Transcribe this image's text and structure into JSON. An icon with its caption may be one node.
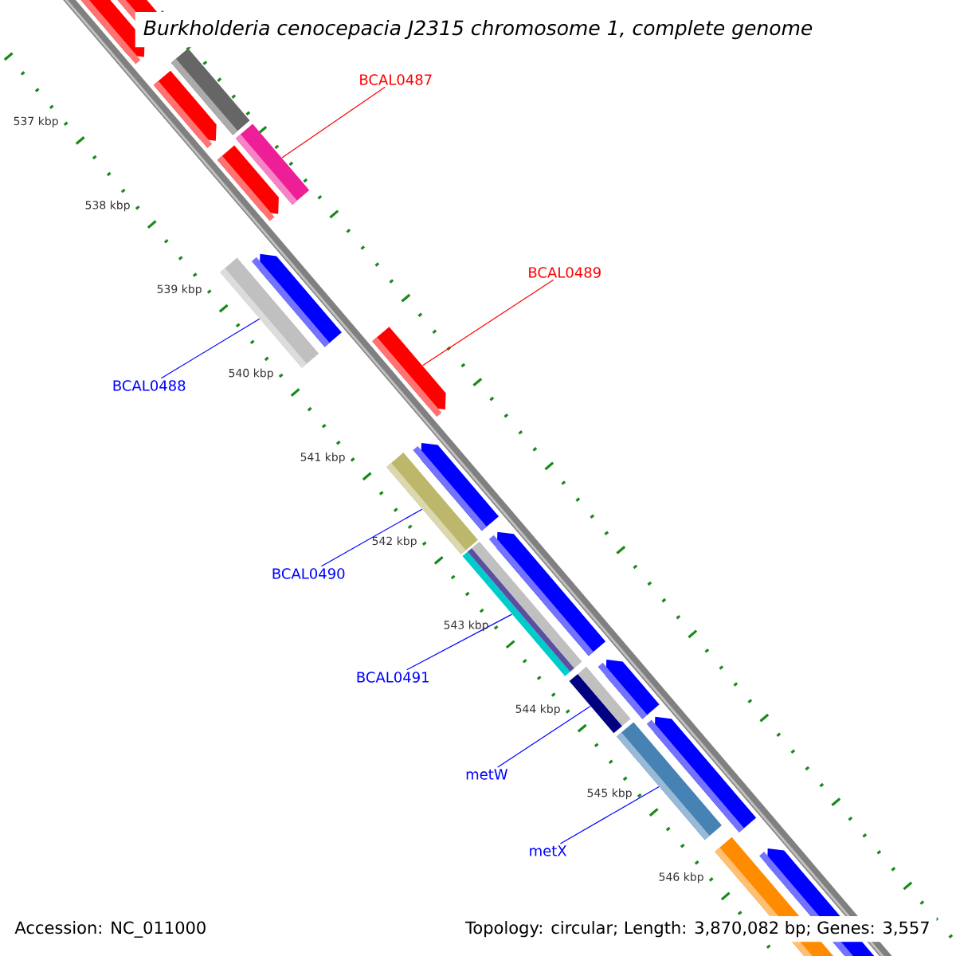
{
  "diagram": {
    "title": "Burkholderia cenocepacia J2315 chromosome 1, complete genome",
    "nodes": [
      {
        "text": [
          "BCAL0487"
        ]
      },
      {
        "text": [],
        "shape": "bar"
      },
      {
        "text": [
          "BCAL0489"
        ]
      },
      {
        "text": [],
        "shape": "bar"
      },
      {
        "text": [
          "BCAL0488"
        ]
      },
      {
        "text": [],
        "shape": "bar"
      },
      {
        "text": [
          "BCAL0490"
        ]
      },
      {
        "text": [],
        "shape": "bar"
      },
      {
        "text": [
          "BCAL0491"
        ]
      },
      {
        "text": [],
        "shape": "bar"
      },
      {
        "text": [
          "metW"
        ]
      },
      {
        "text": [],
        "shape": "bar"
      },
      {
        "text": [
          "metX"
        ]
      },
      {
        "text": [],
        "shape": "bar"
      }
    ],
    "edges": [
      {
        "from": 0,
        "to": 1,
        "arrow": "none",
        "color": "#ff0000"
      },
      {
        "from": 2,
        "to": 3,
        "arrow": "none",
        "color": "#ff0000"
      },
      {
        "from": 4,
        "to": 5,
        "arrow": "none"
      },
      {
        "from": 6,
        "to": 7,
        "arrow": "none"
      },
      {
        "from": 8,
        "to": 9,
        "arrow": "none"
      },
      {
        "from": 10,
        "to": 11,
        "arrow": "none"
      },
      {
        "from": 12,
        "to": 13,
        "arrow": "none"
      }
    ],
    "labels": [
      "537 kbp",
      "538 kbp",
      "539 kbp",
      "540 kbp",
      "541 kbp",
      "542 kbp",
      "543 kbp",
      "544 kbp",
      "545 kbp",
      "546 kbp",
      "Accession: NC_011000",
      "Topology: circular; Length: 3,870,082 bp; Genes: 3,557"
    ]
  }
}
